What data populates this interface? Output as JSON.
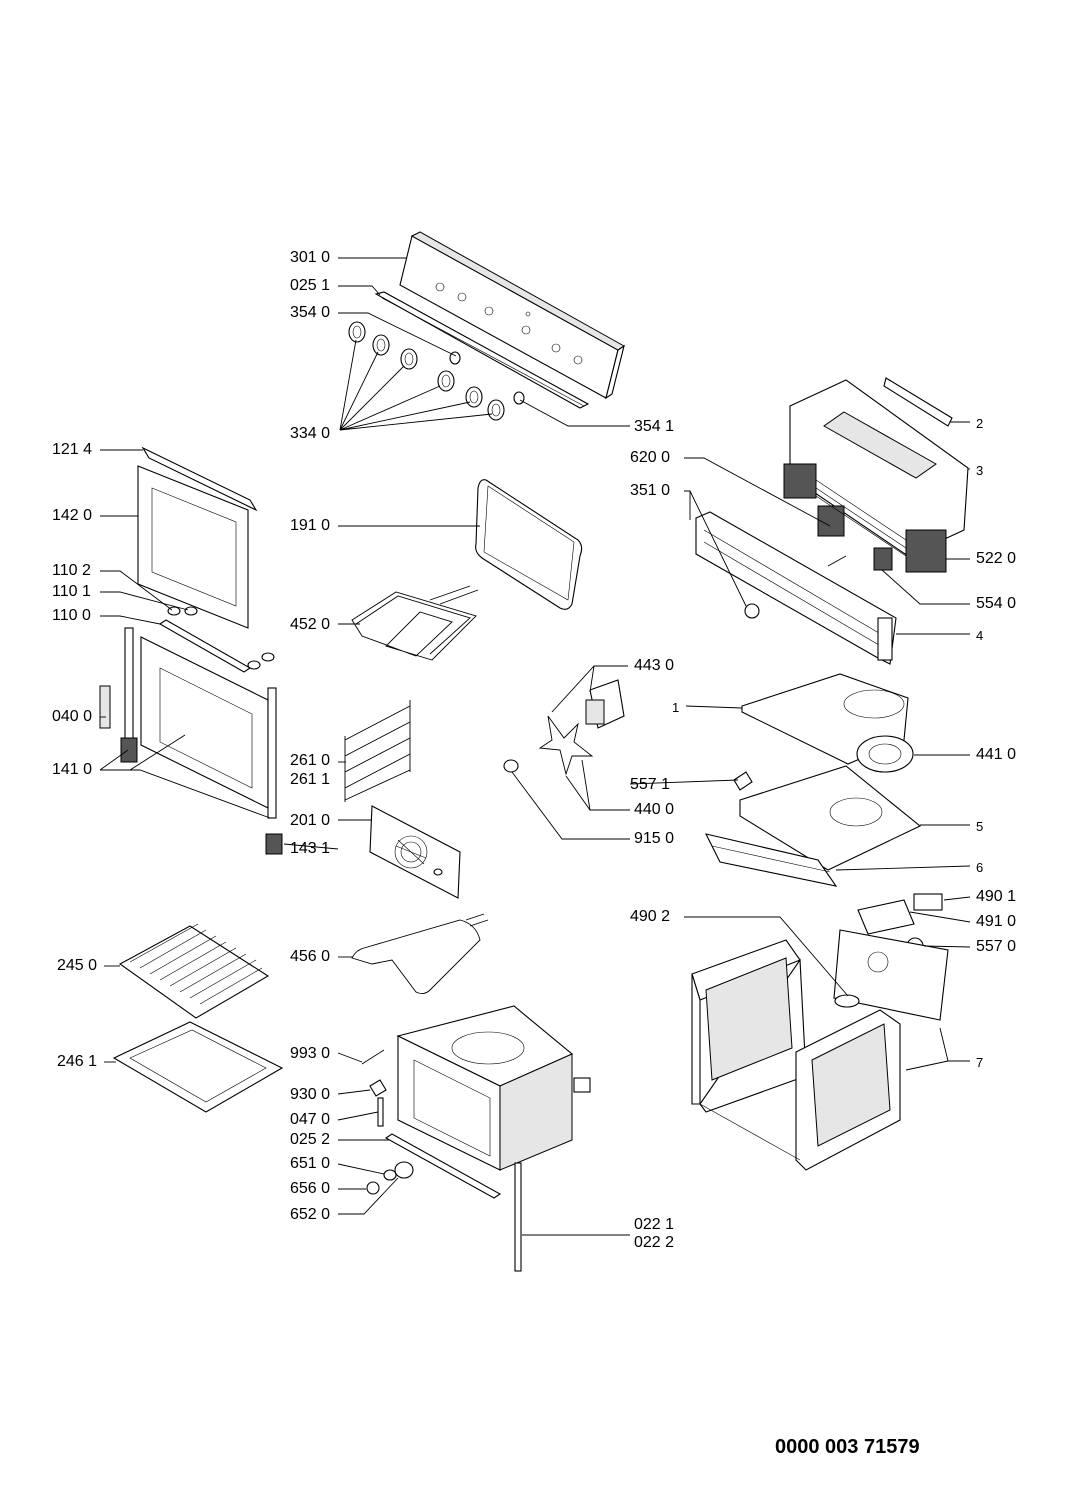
{
  "document_number": "0000 003 71579",
  "labels": {
    "l3010": "301 0",
    "l0251": "025 1",
    "l3540": "354 0",
    "l3340": "334 0",
    "l3541": "354 1",
    "l1214": "121 4",
    "l1420": "142 0",
    "l1910": "191 0",
    "l1102": "110 2",
    "l1101": "110 1",
    "l1100": "110 0",
    "l4520": "452 0",
    "l0400": "040 0",
    "l1410": "141 0",
    "l2610": "261 0",
    "l2611": "261 1",
    "l2010": "201 0",
    "l1431": "143 1",
    "l4430": "443 0",
    "l4400": "440 0",
    "l9150": "915 0",
    "l5571": "557 1",
    "l4410": "441 0",
    "l2450": "245 0",
    "l4560": "456 0",
    "l2461": "246 1",
    "l9930": "993 0",
    "l9300": "930 0",
    "l0470": "047 0",
    "l0252": "025 2",
    "l6510": "651 0",
    "l6560": "656 0",
    "l6520": "652 0",
    "l0221": "022 1",
    "l0222": "022 2",
    "l6200": "620 0",
    "l3510": "351 0",
    "l5220": "522 0",
    "l5540": "554 0",
    "l2": "2",
    "l3": "3",
    "l4": "4",
    "l1": "1",
    "l5": "5",
    "l6": "6",
    "l4901": "490 1",
    "l4910": "491 0",
    "l5570": "557 0",
    "l4902": "490 2",
    "l7": "7"
  },
  "icons": [
    "control-panel",
    "oven-door",
    "door-seal",
    "grill-element",
    "shelf-rails",
    "fan-cover",
    "fan-motor",
    "cooling-fan",
    "wire-rack",
    "baking-tray",
    "oven-cavity",
    "outer-casing",
    "terminal-block",
    "lamp-assembly"
  ]
}
